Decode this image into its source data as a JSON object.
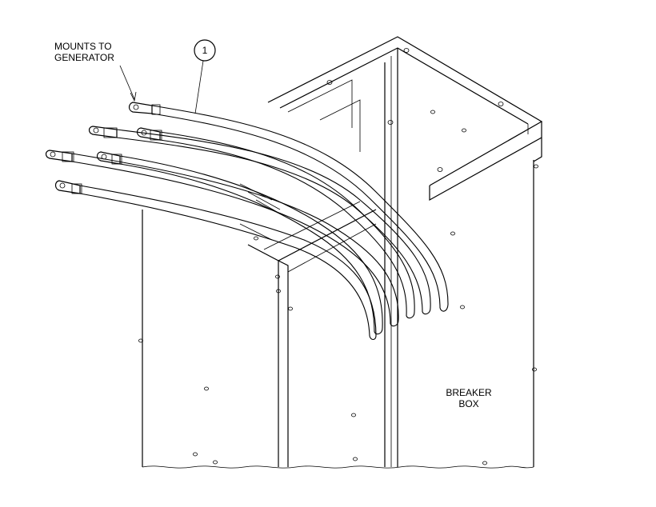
{
  "callouts": {
    "mounts_line1": "MOUNTS TO",
    "mounts_line2": "GENERATOR",
    "breaker_line1": "BREAKER",
    "breaker_line2": "BOX",
    "item_number": "1"
  }
}
